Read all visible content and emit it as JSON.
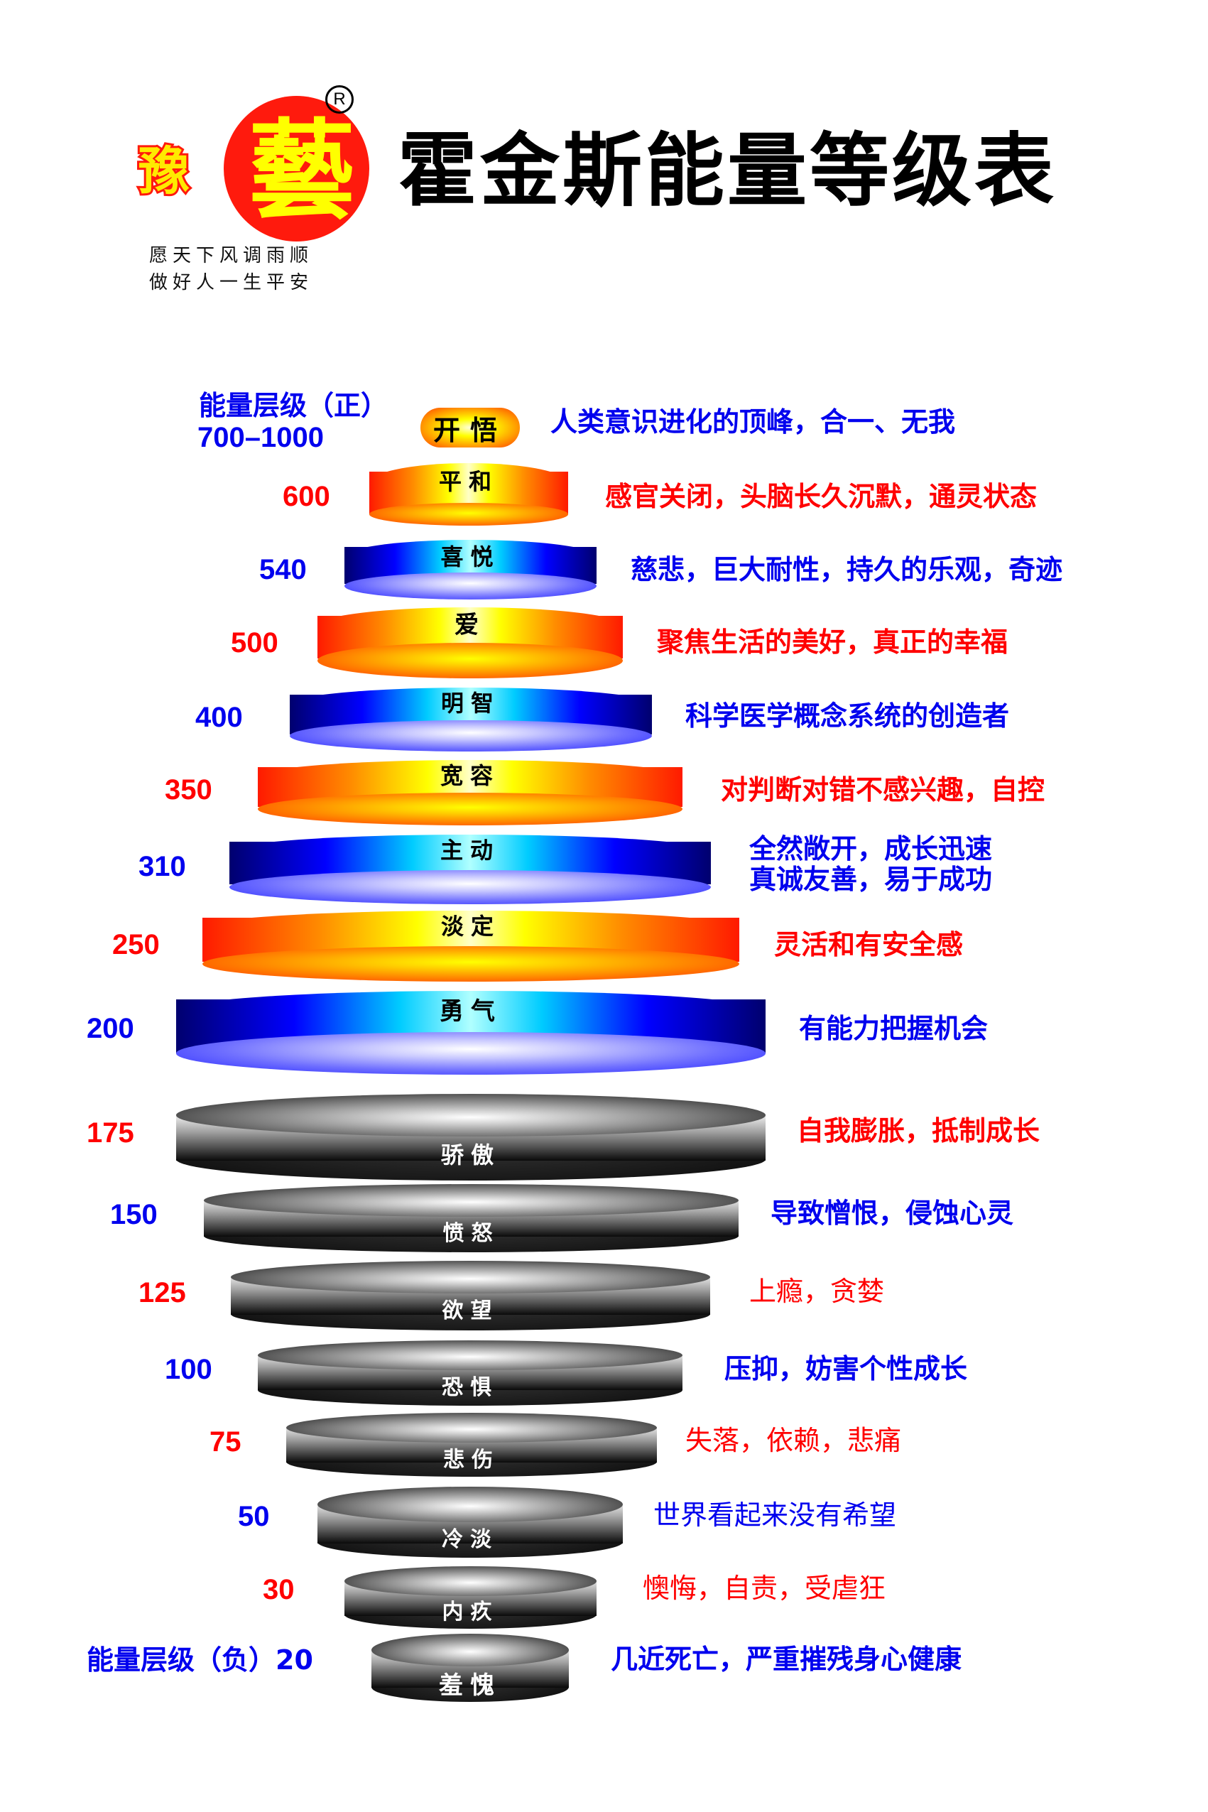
{
  "header": {
    "logo": {
      "main_char": "藝",
      "side_char": "豫",
      "registered_mark": "R",
      "colors": {
        "circle": "#ff1a0d",
        "text": "#ffff00"
      }
    },
    "slogan_line1": "愿天下风调雨顺",
    "slogan_line2": "做好人一生平安",
    "title": "霍金斯能量等级表"
  },
  "positive_header": {
    "label": "能量层级（正）",
    "range": "700–1000"
  },
  "negative_header": {
    "label": "能量层级（负）20"
  },
  "colors": {
    "red_text": "#ff0000",
    "blue_text": "#0000ee",
    "warm_gradient": [
      "#ff1a00",
      "#ff8c00",
      "#ffff00"
    ],
    "cool_gradient": [
      "#00006e",
      "#0000ff",
      "#00ccff"
    ],
    "gray_gradient": [
      "#0a0a0a",
      "#808080",
      "#ffffff"
    ]
  },
  "levels": [
    {
      "name": "开悟",
      "value": "700–1000",
      "desc": "人类意识进化的顶峰，合一、无我",
      "style": "pill",
      "text_color": "blue"
    },
    {
      "name": "平和",
      "value": "600",
      "desc": "感官关闭，头脑长久沉默，通灵状态",
      "style": "warm",
      "text_color": "red"
    },
    {
      "name": "喜悦",
      "value": "540",
      "desc": "慈悲，巨大耐性，持久的乐观，奇迹",
      "style": "cool",
      "text_color": "blue"
    },
    {
      "name": "爱",
      "value": "500",
      "desc": "聚焦生活的美好，真正的幸福",
      "style": "warm",
      "text_color": "red"
    },
    {
      "name": "明智",
      "value": "400",
      "desc": "科学医学概念系统的创造者",
      "style": "cool",
      "text_color": "blue"
    },
    {
      "name": "宽容",
      "value": "350",
      "desc": "对判断对错不感兴趣，自控",
      "style": "warm",
      "text_color": "red"
    },
    {
      "name": "主动",
      "value": "310",
      "desc": "全然敞开，成长迅速",
      "desc2": "真诚友善，易于成功",
      "style": "cool",
      "text_color": "blue"
    },
    {
      "name": "淡定",
      "value": "250",
      "desc": "灵活和有安全感",
      "style": "warm",
      "text_color": "red"
    },
    {
      "name": "勇气",
      "value": "200",
      "desc": "有能力把握机会",
      "style": "cool",
      "text_color": "blue"
    },
    {
      "name": "骄傲",
      "value": "175",
      "desc": "自我膨胀，抵制成长",
      "style": "gray",
      "text_color": "red"
    },
    {
      "name": "愤怒",
      "value": "150",
      "desc": "导致憎恨，侵蚀心灵",
      "style": "gray",
      "text_color": "blue"
    },
    {
      "name": "欲望",
      "value": "125",
      "desc": "上瘾，贪婪",
      "style": "gray",
      "text_color": "red"
    },
    {
      "name": "恐惧",
      "value": "100",
      "desc": "压抑，妨害个性成长",
      "style": "gray",
      "text_color": "blue"
    },
    {
      "name": "悲伤",
      "value": "75",
      "desc": "失落，依赖，悲痛",
      "style": "gray",
      "text_color": "red"
    },
    {
      "name": "冷淡",
      "value": "50",
      "desc": "世界看起来没有希望",
      "style": "gray",
      "text_color": "blue"
    },
    {
      "name": "内疚",
      "value": "30",
      "desc": "懊悔，自责，受虐狂",
      "style": "gray",
      "text_color": "red"
    },
    {
      "name": "羞愧",
      "value": "20",
      "desc": "几近死亡，严重摧残身心健康",
      "style": "gray",
      "text_color": "blue"
    }
  ]
}
